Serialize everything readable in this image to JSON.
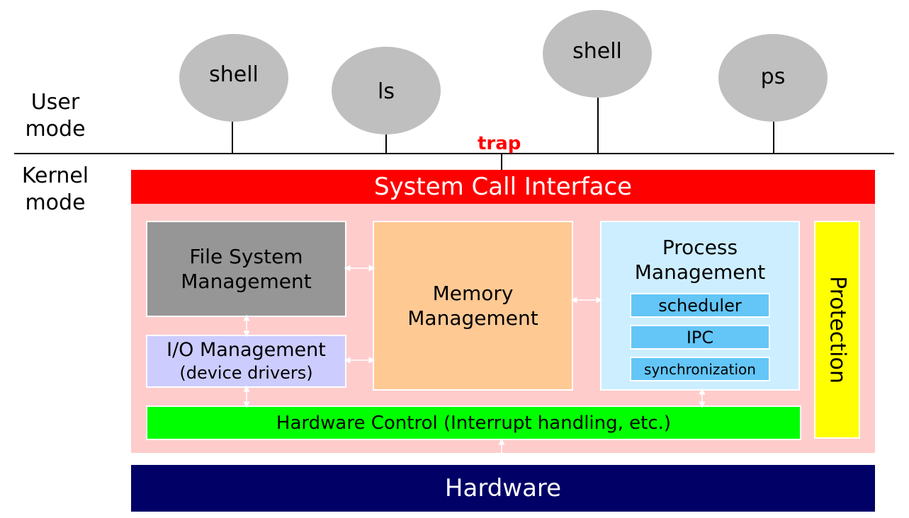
{
  "user_mode_label": [
    "User",
    "mode"
  ],
  "kernel_mode_label": [
    "Kernel",
    "mode"
  ],
  "processes": [
    "shell",
    "ls",
    "shell",
    "ps"
  ],
  "trap_label": "trap",
  "system_call_interface": "System Call Interface",
  "file_system": [
    "File System",
    "Management"
  ],
  "memory": [
    "Memory",
    "Management"
  ],
  "process_mgmt": {
    "title": [
      "Process",
      "Management"
    ],
    "components": [
      "scheduler",
      "IPC",
      "synchronization"
    ]
  },
  "protection": "Protection",
  "io": [
    "I/O Management",
    "(device drivers)"
  ],
  "hardware_control": "Hardware Control (Interrupt handling, etc.)",
  "hardware": "Hardware",
  "colors": {
    "syscall": "#ff0000",
    "kernel_bg": "#ffcccc",
    "filesystem": "#969696",
    "memory": "#ffc994",
    "process": "#cceeff",
    "subcomponent": "#63c6f7",
    "protection": "#ffff00",
    "io": "#ccccff",
    "hw_control": "#00ff00",
    "hardware": "#000066",
    "trap": "#ff0000",
    "process_circle": "#bfbfbf"
  }
}
